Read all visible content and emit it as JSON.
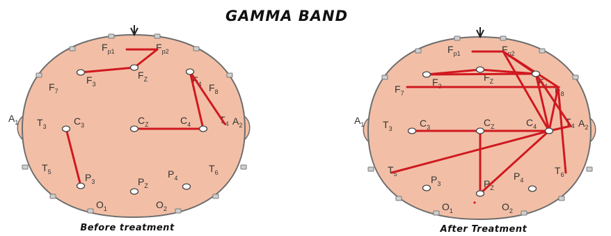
{
  "title": "GAMMA BAND",
  "panels": [
    {
      "caption": "Before treatment",
      "connections": [
        [
          "Fp1",
          "Fp2"
        ],
        [
          "Fp2",
          "Fz"
        ],
        [
          "Fz",
          "F3"
        ],
        [
          "F4",
          "C4"
        ],
        [
          "F4",
          "T4"
        ],
        [
          "Cz",
          "C4"
        ],
        [
          "C3",
          "P3"
        ]
      ]
    },
    {
      "caption": "After Treatment",
      "connections": [
        [
          "Fp1",
          "Fp2"
        ],
        [
          "Fp2",
          "F4"
        ],
        [
          "Fp2",
          "F8"
        ],
        [
          "Fp2",
          "C4"
        ],
        [
          "F3",
          "Fz"
        ],
        [
          "F3",
          "F4"
        ],
        [
          "Fz",
          "F4"
        ],
        [
          "F7",
          "F8"
        ],
        [
          "F4",
          "C4"
        ],
        [
          "F4",
          "T4"
        ],
        [
          "F8",
          "C4"
        ],
        [
          "F8",
          "T6"
        ],
        [
          "C3",
          "Cz"
        ],
        [
          "Cz",
          "C4"
        ],
        [
          "C4",
          "T4"
        ],
        [
          "Cz",
          "Pz"
        ],
        [
          "C4",
          "Pz"
        ],
        [
          "C4",
          "T5"
        ]
      ]
    }
  ],
  "electrodes": [
    {
      "id": "Fp1",
      "main": "F",
      "sub": "p1",
      "marker": false
    },
    {
      "id": "Fp2",
      "main": "F",
      "sub": "p2",
      "marker": false
    },
    {
      "id": "F7",
      "main": "F",
      "sub": "7",
      "marker": false
    },
    {
      "id": "F3",
      "main": "F",
      "sub": "3",
      "marker": true
    },
    {
      "id": "Fz",
      "main": "F",
      "sub": "Z",
      "marker": true
    },
    {
      "id": "F4",
      "main": "F",
      "sub": "4",
      "marker": true
    },
    {
      "id": "F8",
      "main": "F",
      "sub": "8",
      "marker": false
    },
    {
      "id": "A1",
      "main": "A",
      "sub": "1",
      "marker": false
    },
    {
      "id": "T3",
      "main": "T",
      "sub": "3",
      "marker": false
    },
    {
      "id": "C3",
      "main": "C",
      "sub": "3",
      "marker": true
    },
    {
      "id": "Cz",
      "main": "C",
      "sub": "Z",
      "marker": true
    },
    {
      "id": "C4",
      "main": "C",
      "sub": "4",
      "marker": true
    },
    {
      "id": "T4",
      "main": "T",
      "sub": "4",
      "marker": false
    },
    {
      "id": "A2",
      "main": "A",
      "sub": "2",
      "marker": false
    },
    {
      "id": "T5",
      "main": "T",
      "sub": "5",
      "marker": false
    },
    {
      "id": "P3",
      "main": "P",
      "sub": "3",
      "marker": true
    },
    {
      "id": "Pz",
      "main": "P",
      "sub": "Z",
      "marker": true
    },
    {
      "id": "P4",
      "main": "P",
      "sub": "4",
      "marker": true
    },
    {
      "id": "T6",
      "main": "T",
      "sub": "6",
      "marker": false
    },
    {
      "id": "O1",
      "main": "O",
      "sub": "1",
      "marker": false
    },
    {
      "id": "O2",
      "main": "O",
      "sub": "2",
      "marker": false
    }
  ],
  "colors": {
    "scalp": "#f2bfa6",
    "connection": "#d01820",
    "outline": "#6d6d6d"
  }
}
